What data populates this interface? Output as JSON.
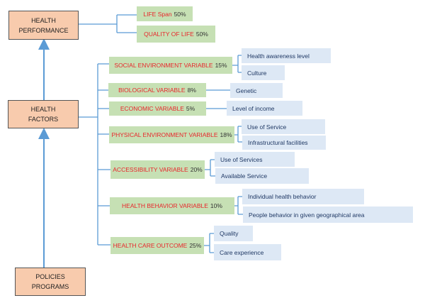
{
  "main_nodes": {
    "performance": {
      "line1": "HEALTH",
      "line2": "PERFORMANCE"
    },
    "factors": {
      "line1": "HEALTH",
      "line2": "FACTORS"
    },
    "policies": {
      "line1": "POLICIES",
      "line2": "PROGRAMS"
    }
  },
  "performance_items": [
    {
      "name": "LIFE Span",
      "pct": "50%"
    },
    {
      "name": "QUALITY OF LIFE",
      "pct": "50%"
    }
  ],
  "factors": [
    {
      "name": "SOCIAL ENVIRONMENT VARIABLE",
      "pct": "15%",
      "subs": [
        "Health awareness level",
        "Culture"
      ]
    },
    {
      "name": "BIOLOGICAL VARIABLE",
      "pct": "8%",
      "subs": [
        "Genetic"
      ]
    },
    {
      "name": "ECONOMIC VARIABLE",
      "pct": "5%",
      "subs": [
        "Level of income"
      ]
    },
    {
      "name": "PHYSICAL ENVIRONMENT VARIABLE",
      "pct": "18%",
      "subs": [
        "Use of Service",
        "Infrastructural facilities"
      ]
    },
    {
      "name": "ACCESSIBILITY VARIABLE",
      "pct": "20%",
      "subs": [
        "Use of Services",
        "Available Service"
      ]
    },
    {
      "name": "HEALTH BEHAVIOR VARIABLE",
      "pct": "10%",
      "subs": [
        "Individual health behavior",
        "People behavior in given geographical area"
      ]
    },
    {
      "name": "HEALTH CARE OUTCOME",
      "pct": "25%",
      "subs": [
        "Quality",
        "Care experience"
      ]
    }
  ],
  "colors": {
    "main": "#f8cbad",
    "green": "#c6e0b4",
    "blue": "#dde8f5",
    "line": "#5b9bd5",
    "red": "#e8262b"
  }
}
